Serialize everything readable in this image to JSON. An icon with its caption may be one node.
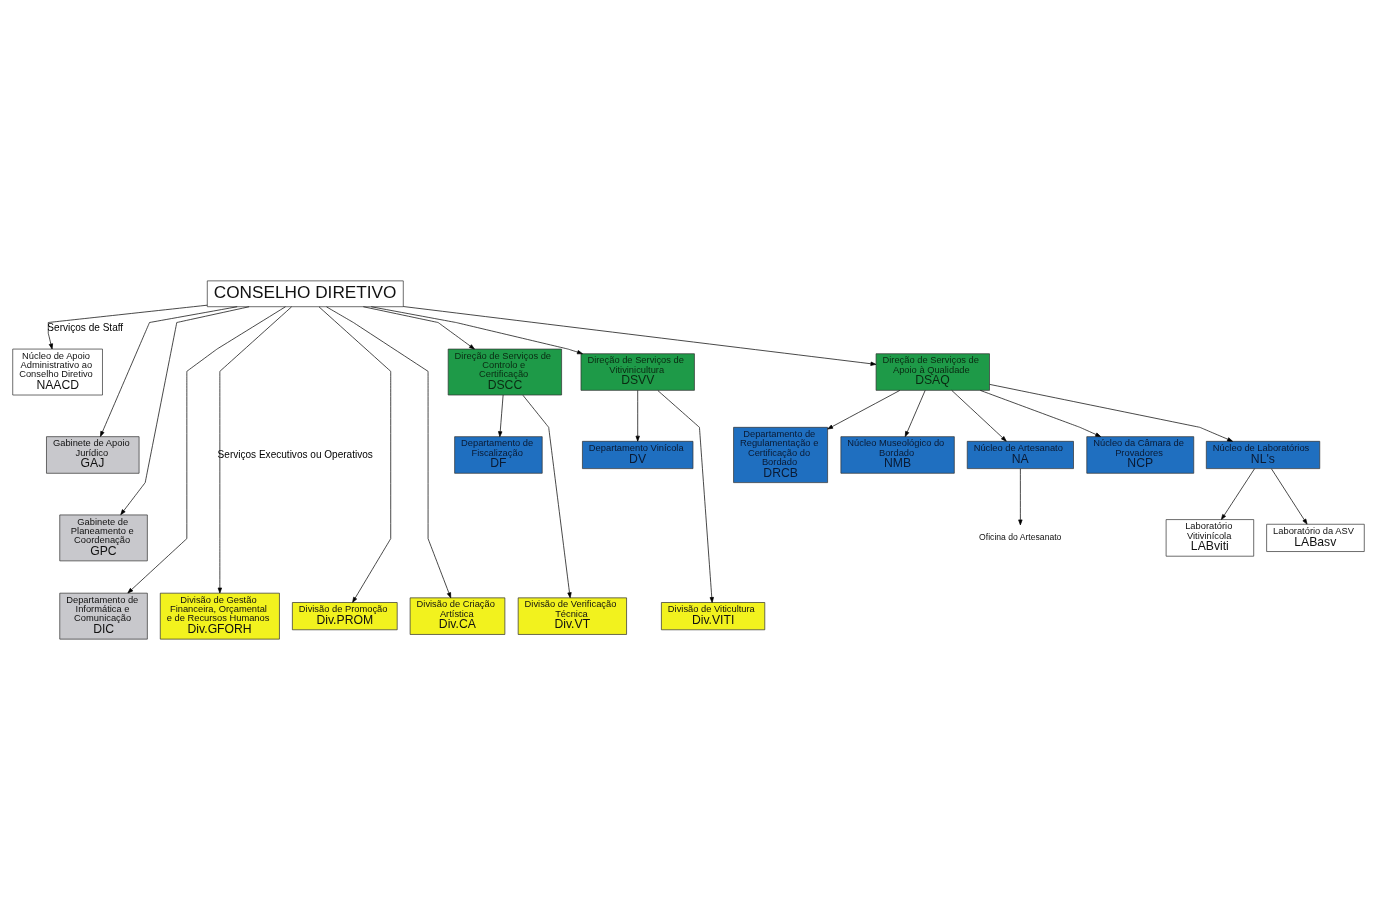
{
  "diagram": {
    "nodes": [
      {
        "text": [
          "CONSELHO DIRETIVO"
        ]
      },
      {
        "text": [
          "Núcleo de Apoio Administrativo ao Conselho Diretivo",
          "NAACD"
        ]
      },
      {
        "text": [
          "Gabinete de Apoio Jurídico",
          "GAJ"
        ]
      },
      {
        "text": [
          "Gabinete de Planeamento e Coordenação",
          "GPC"
        ]
      },
      {
        "text": [
          "Departamento de Informática e Comunicação",
          "DIC"
        ]
      },
      {
        "text": [
          "Divisão de Gestão Financeira, Orçamental e de Recursos Humanos",
          "Div.GFORH"
        ]
      },
      {
        "text": [
          "Divisão de Promoção",
          "Div.PROM"
        ]
      },
      {
        "text": [
          "Divisão de Criação Artística",
          "Div.CA"
        ]
      },
      {
        "text": [
          "Direção de Serviços de Controlo e Certificação",
          "DSCC"
        ]
      },
      {
        "text": [
          "Direção de Serviços de Vitivinicultura",
          "DSVV"
        ]
      },
      {
        "text": [
          "Direção de Serviços de Apoio à Qualidade",
          "DSAQ"
        ]
      },
      {
        "text": [
          "Departamento de Fiscalização",
          "DF"
        ]
      },
      {
        "text": [
          "Departamento Vinícola",
          "DV"
        ]
      },
      {
        "text": [
          "Departamento de Regulamentação e Certificação do Bordado",
          "DRCB"
        ]
      },
      {
        "text": [
          "Núcleo Museológico do Bordado",
          "NMB"
        ]
      },
      {
        "text": [
          "Núcleo de Artesanato",
          "NA"
        ]
      },
      {
        "text": [
          "Núcleo da Câmara de Provadores",
          "NCP"
        ]
      },
      {
        "text": [
          "Núcleo de Laboratórios",
          "NL's"
        ]
      },
      {
        "text": [
          "Laboratório Vitivinícola",
          "LABviti"
        ]
      },
      {
        "text": [
          "Laboratório da ASV",
          "LABasv"
        ]
      },
      {
        "text": [
          "Oficina do Artesanato"
        ]
      },
      {
        "text": [
          "Divisão de Verificação Técnica",
          "Div.VT"
        ]
      },
      {
        "text": [
          "Divisão de Viticultura",
          "Div.VITI"
        ]
      }
    ],
    "edges": [
      {
        "from": 0,
        "to": 1,
        "arrow": "to",
        "label": "Serviços de Staff"
      },
      {
        "from": 0,
        "to": 2,
        "arrow": "to"
      },
      {
        "from": 0,
        "to": 3,
        "arrow": "to"
      },
      {
        "from": 0,
        "to": 4,
        "arrow": "to"
      },
      {
        "from": 0,
        "to": 5,
        "arrow": "to",
        "label": "Serviços Executivos ou Operativos"
      },
      {
        "from": 0,
        "to": 6,
        "arrow": "to"
      },
      {
        "from": 0,
        "to": 7,
        "arrow": "to"
      },
      {
        "from": 0,
        "to": 8,
        "arrow": "to"
      },
      {
        "from": 0,
        "to": 9,
        "arrow": "to"
      },
      {
        "from": 0,
        "to": 10,
        "arrow": "to"
      },
      {
        "from": 8,
        "to": 11,
        "arrow": "to"
      },
      {
        "from": 8,
        "to": 21,
        "arrow": "to"
      },
      {
        "from": 9,
        "to": 12,
        "arrow": "to"
      },
      {
        "from": 9,
        "to": 22,
        "arrow": "to"
      },
      {
        "from": 10,
        "to": 13,
        "arrow": "to"
      },
      {
        "from": 10,
        "to": 14,
        "arrow": "to"
      },
      {
        "from": 10,
        "to": 15,
        "arrow": "to"
      },
      {
        "from": 10,
        "to": 16,
        "arrow": "to"
      },
      {
        "from": 10,
        "to": 17,
        "arrow": "to"
      },
      {
        "from": 15,
        "to": 20,
        "arrow": "to"
      },
      {
        "from": 17,
        "to": 18,
        "arrow": "to"
      },
      {
        "from": 17,
        "to": 19,
        "arrow": "to"
      }
    ]
  }
}
